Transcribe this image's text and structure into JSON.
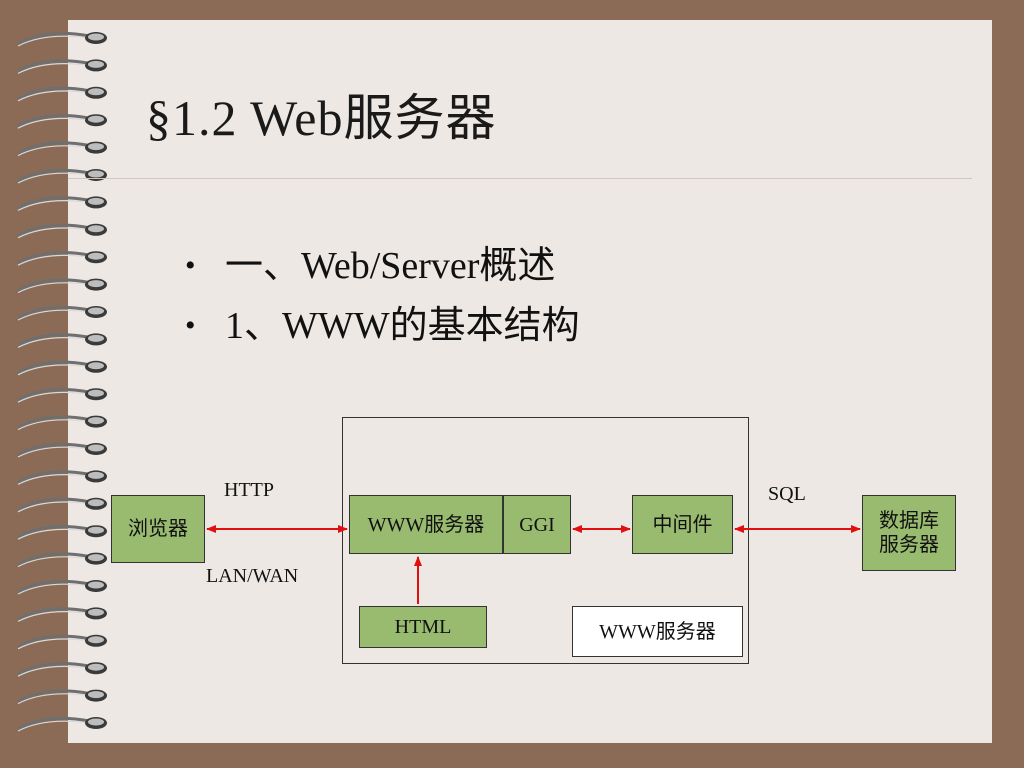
{
  "slide": {
    "title": "§1.2   Web服务器",
    "bullets": [
      "一、Web/Server概述",
      "1、WWW的基本结构"
    ],
    "bullet_glyph": "•"
  },
  "diagram": {
    "nodes": {
      "browser": "浏览器",
      "www_server": "WWW服务器",
      "ggi": "GGI",
      "middleware": "中间件",
      "db_server_line1": "数据库",
      "db_server_line2": "服务器",
      "html": "HTML",
      "www_server_caption": "WWW服务器"
    },
    "labels": {
      "http": "HTTP",
      "lan_wan": "LAN/WAN",
      "sql": "SQL"
    },
    "colors": {
      "node_fill": "#99bb6f",
      "arrow": "#e01010",
      "page_bg": "#ede8e3",
      "frame_bg": "#8b6b55"
    }
  }
}
